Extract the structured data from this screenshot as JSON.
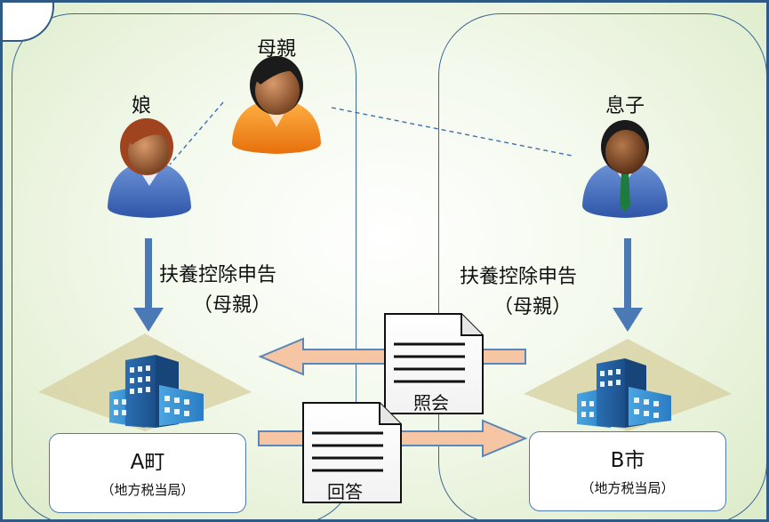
{
  "people": {
    "mother": "母親",
    "daughter": "娘",
    "son": "息子"
  },
  "declarations": {
    "left_line1": "扶養控除申告",
    "left_line2": "（母親）",
    "right_line1": "扶養控除申告",
    "right_line2": "（母親）"
  },
  "offices": {
    "a_name": "A町",
    "a_sub": "（地方税当局）",
    "b_name": "B市",
    "b_sub": "（地方税当局）"
  },
  "documents": {
    "inquiry": "照会",
    "answer": "回答"
  },
  "colors": {
    "region_border": "#3d6894",
    "arrow_blue": "#4a79b5",
    "flow_arrow_fill": "#f6c5a3",
    "flow_arrow_stroke": "#5b86b8"
  }
}
